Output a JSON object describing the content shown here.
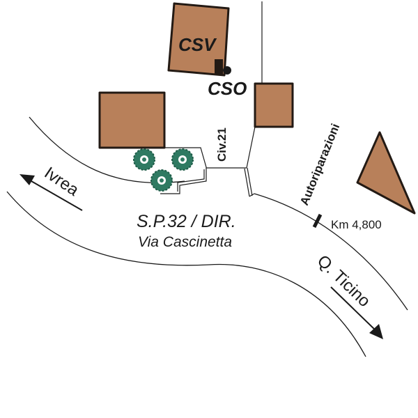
{
  "map": {
    "colors": {
      "building_fill": "#b8805a",
      "building_stroke": "#231a14",
      "tree": "#2f7a62",
      "line": "#1a1a1a"
    },
    "buildings": [
      {
        "id": "csv",
        "label": "CSV"
      },
      {
        "id": "cso",
        "label": "CSO"
      }
    ],
    "labels": {
      "civic_number": "Civ.21",
      "road_name": "S.P.32 / DIR.",
      "street_name": "Via Cascinetta",
      "business": "Autoriparazioni",
      "kilometer_marker": "Km 4,800",
      "direction_west": "Ivrea",
      "direction_east": "Q. Ticino"
    },
    "icons": {
      "trees": [
        "tree-icon",
        "tree-icon",
        "tree-icon"
      ],
      "arrow_west": "arrow-left-icon",
      "arrow_east": "arrow-right-down-icon",
      "access_point": "dot-icon",
      "km_marker": "km-post-icon"
    }
  }
}
